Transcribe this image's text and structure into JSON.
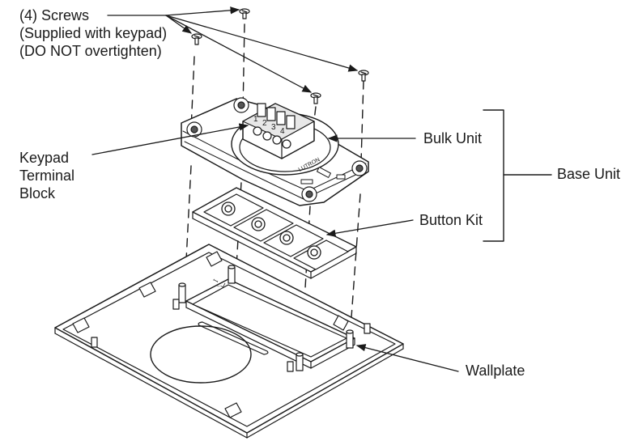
{
  "labels": {
    "screws": [
      "(4) Screws",
      "(Supplied with keypad)",
      "(DO NOT overtighten)"
    ],
    "keypad_terminal_block": [
      "Keypad",
      "Terminal",
      "Block"
    ],
    "bulk_unit": "Bulk Unit",
    "base_unit": "Base Unit",
    "button_kit": "Button Kit",
    "wallplate": "Wallplate"
  },
  "terminal_numbers": [
    "1",
    "2",
    "3",
    "4"
  ],
  "colors": {
    "line": "#1a1a1a",
    "fill": "#ffffff",
    "shade": "#d9d9d9",
    "dark": "#555555"
  }
}
